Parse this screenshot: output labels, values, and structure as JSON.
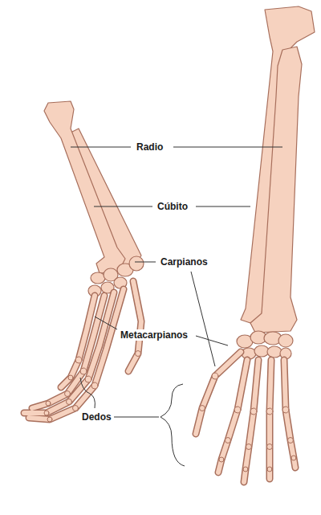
{
  "diagram": {
    "labels": [
      "Radio",
      "Cúbito",
      "Carpianos",
      "Metacarpianos",
      "Dedos"
    ]
  }
}
